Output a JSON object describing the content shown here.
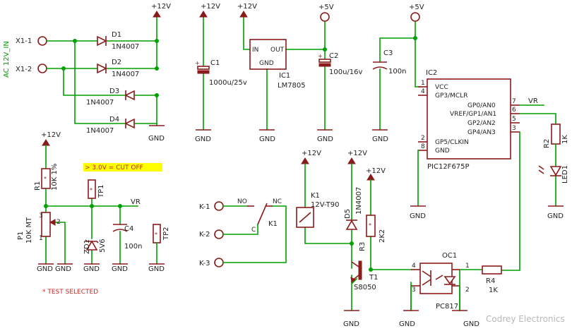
{
  "power": {
    "p12v": "+12V",
    "p5v": "+5V",
    "gnd": "GND",
    "ac_in": "AC 12V_IN"
  },
  "connectors": {
    "x1": "X1-1",
    "x2": "X1-2",
    "k1": "K-1",
    "k2": "K-2",
    "k3": "K-3"
  },
  "diodes": {
    "d1": "D1",
    "d2": "D2",
    "d3": "D3",
    "d4": "D4",
    "part": "1N4007",
    "d5": "D5"
  },
  "caps": {
    "c1": "C1",
    "c1v": "1000u/25v",
    "c2": "C2",
    "c2v": "100u/16v",
    "c3": "C3",
    "c3v": "100n",
    "c4": "C4",
    "c4v": "100n",
    "plus": "+"
  },
  "regulator": {
    "name": "IC1",
    "part": "LM7805",
    "pin_in": "IN",
    "pin_out": "OUT",
    "pin_gnd": "GND"
  },
  "mcu": {
    "name": "IC2",
    "part": "PIC12F675P",
    "pins_left": [
      "VCC",
      "GP3/MCLR",
      "GP5/CLKIN",
      "GND"
    ],
    "pins_right": [
      "GP0/AN0",
      "VREF/GP1/AN1",
      "GP2/AN2",
      "GP4/AN3"
    ],
    "num_left": [
      "1",
      "4",
      "2",
      "8"
    ],
    "num_right": [
      "7",
      "6",
      "5",
      "3"
    ]
  },
  "resistors": {
    "r1": "R1",
    "r1v": "10K 1%",
    "r2": "R2",
    "r2v": "1K",
    "r3": "R3",
    "r3v": "2K2",
    "r4": "R4",
    "r4v": "1K",
    "star": "*"
  },
  "pot": {
    "name": "P1",
    "value": "10K MT",
    "pin3": "3",
    "pin2": "2",
    "pin1": "1"
  },
  "zener": {
    "name": "ZD1",
    "value": "5V6"
  },
  "testpoints": {
    "tp1": "TP1",
    "tp2": "TP2"
  },
  "relay": {
    "name": "K1",
    "part": "12V-T90",
    "no": "NO",
    "nc": "NC",
    "com": "C",
    "contact": "K1"
  },
  "transistor": {
    "name": "T1",
    "part": "S8050"
  },
  "optocoupler": {
    "name": "OC1",
    "part": "PC817",
    "p1": "1",
    "p2": "2",
    "p3": "3",
    "p4": "4"
  },
  "led": {
    "name": "LED1"
  },
  "nets": {
    "vr": "VR"
  },
  "notes": {
    "cutoff": "> 3.0V = CUT OFF",
    "test": "* TEST SELECTED"
  },
  "colors": {
    "wire": "#00a000",
    "part": "#8b1a1a",
    "note_bg": "#ffff00",
    "note_text": "#cc2222",
    "watermark": "#b8b8b8"
  },
  "watermark": "Codrey Electronics"
}
